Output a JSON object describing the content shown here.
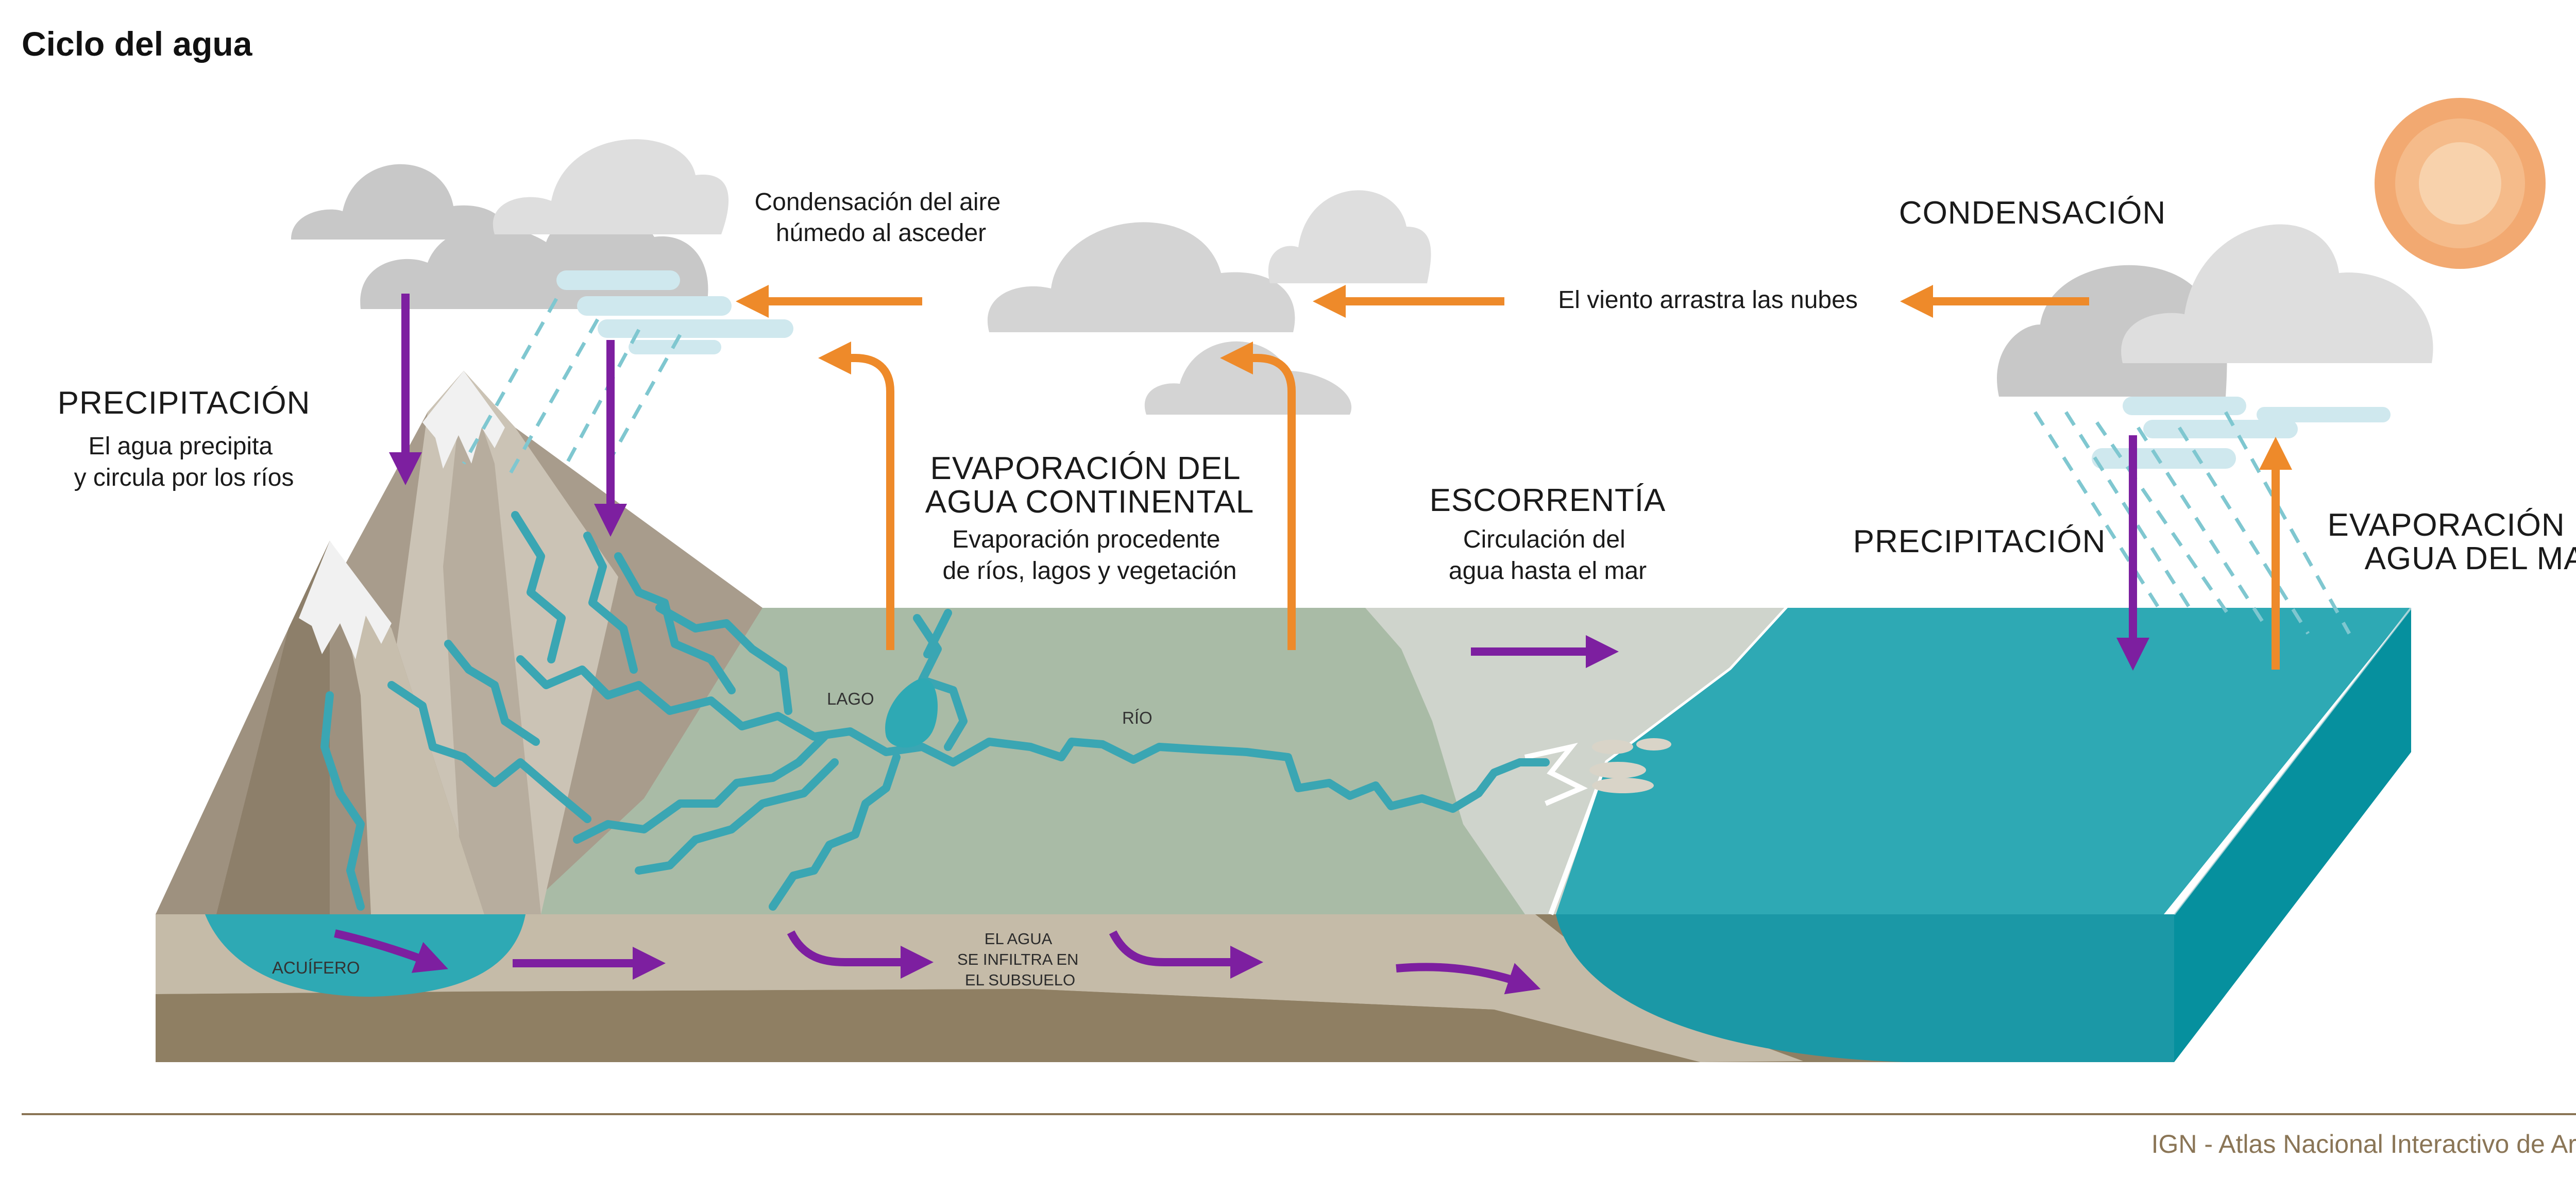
{
  "title": "Ciclo del agua",
  "labels": {
    "condensacion_aire_1": "Condensación del aire",
    "condensacion_aire_2": "húmedo al asceder",
    "condensacion": "CONDENSACIÓN",
    "viento": "El viento arrastra las nubes",
    "precipitacion_left": "PRECIPITACIÓN",
    "precip_desc_1": "El agua precipita",
    "precip_desc_2": "y circula por los ríos",
    "evap_cont_1": "EVAPORACIÓN DEL",
    "evap_cont_2": "AGUA CONTINENTAL",
    "evap_cont_desc_1": "Evaporación procedente",
    "evap_cont_desc_2": "de ríos, lagos y vegetación",
    "escorrentia": "ESCORRENTÍA",
    "escorrentia_desc_1": "Circulación del",
    "escorrentia_desc_2": "agua hasta el mar",
    "precipitacion_right": "PRECIPITACIÓN",
    "evap_mar_1": "EVAPORACIÓN DEL",
    "evap_mar_2": "AGUA DEL MAR",
    "lago": "LAGO",
    "rio": "RÍO",
    "acuifero": "ACUÍFERO",
    "infiltra_1": "EL AGUA",
    "infiltra_2": "SE INFILTRA EN",
    "infiltra_3": "EL SUBSUELO"
  },
  "footer": {
    "credit": "IGN - Atlas Nacional Interactivo de Argentina"
  },
  "colors": {
    "purple_arrow": "#7d1fa0",
    "orange_arrow": "#ee8a2a",
    "sea": "#2ea9b4",
    "sea_side": "#1b98a6",
    "sea_deep": "#06909e",
    "river": "#3aa6b3",
    "land_green": "#a9bba6",
    "coast": "#cfd4cc",
    "soil_dark": "#8f7f63",
    "soil_light": "#c5bba8",
    "mountain": "#a89c8c",
    "cloud_dark": "#c8c8c8",
    "cloud_light": "#dedede",
    "sun_outer": "#f2a971",
    "sun_inner": "#f8d2ac",
    "rule": "#8a7556"
  }
}
